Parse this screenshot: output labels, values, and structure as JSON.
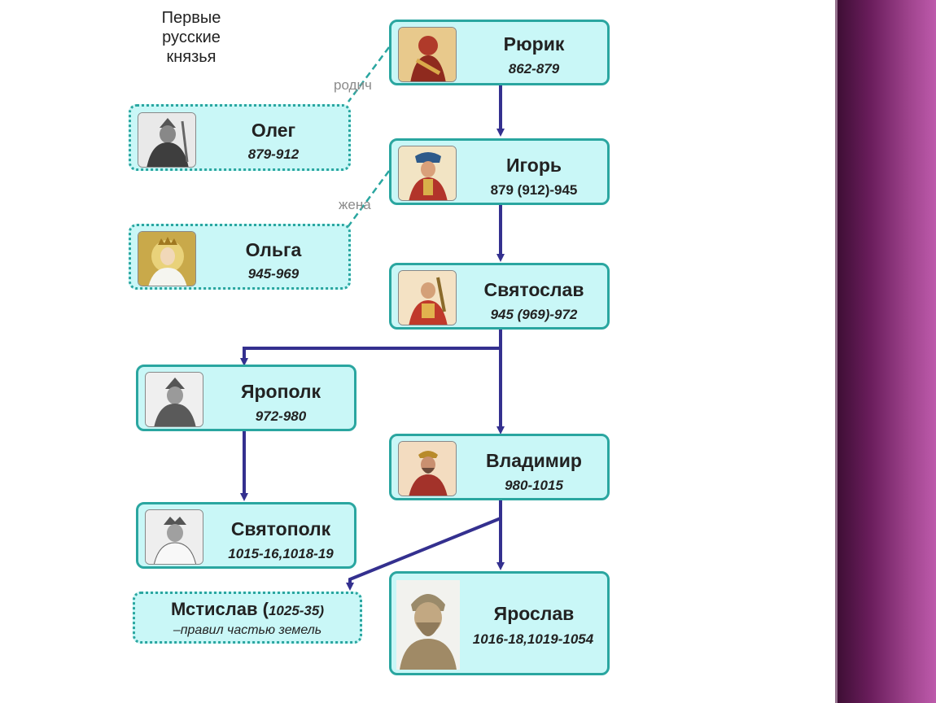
{
  "title": "Первые\nрусские\nкнязья",
  "relations": {
    "rodich": "родич",
    "zhena": "жена"
  },
  "princes": {
    "ryurik": {
      "name": "Рюрик",
      "dates": "862-879"
    },
    "oleg": {
      "name": "Олег",
      "dates": "879-912"
    },
    "igor": {
      "name": "Игорь",
      "dates": "879 (912)-945"
    },
    "olga": {
      "name": "Ольга",
      "dates": "945-969"
    },
    "svyatoslav": {
      "name": "Святослав",
      "dates": "945 (969)-972"
    },
    "yaropolk": {
      "name": "Ярополк",
      "dates": "972-980"
    },
    "vladimir": {
      "name": "Владимир",
      "dates": "980-1015"
    },
    "svyatopolk": {
      "name": "Святополк",
      "dates": "1015-16,1018-19"
    },
    "mstislav": {
      "name": "Мстислав (",
      "dates": "1025-35)",
      "note": "–правил частью земель"
    },
    "yaroslav": {
      "name": "Ярослав",
      "dates": "1016-18,1019-1054"
    }
  },
  "colors": {
    "box_fill": "#c9f7f7",
    "box_border": "#2aa6a0",
    "arrow": "#34308f",
    "dashed_link": "#2aa6a0"
  }
}
